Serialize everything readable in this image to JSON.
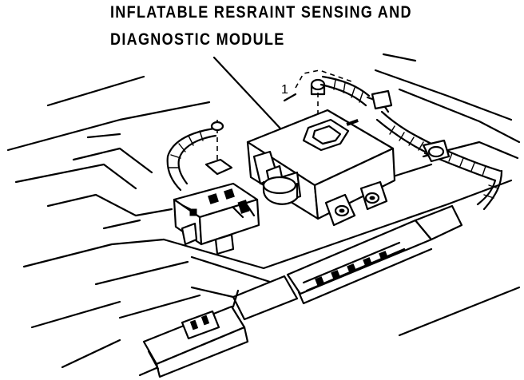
{
  "callout": {
    "line1": "INFLATABLE RESRAINT SENSING AND",
    "line2": "DIAGNOSTIC MODULE"
  },
  "marker": "1"
}
